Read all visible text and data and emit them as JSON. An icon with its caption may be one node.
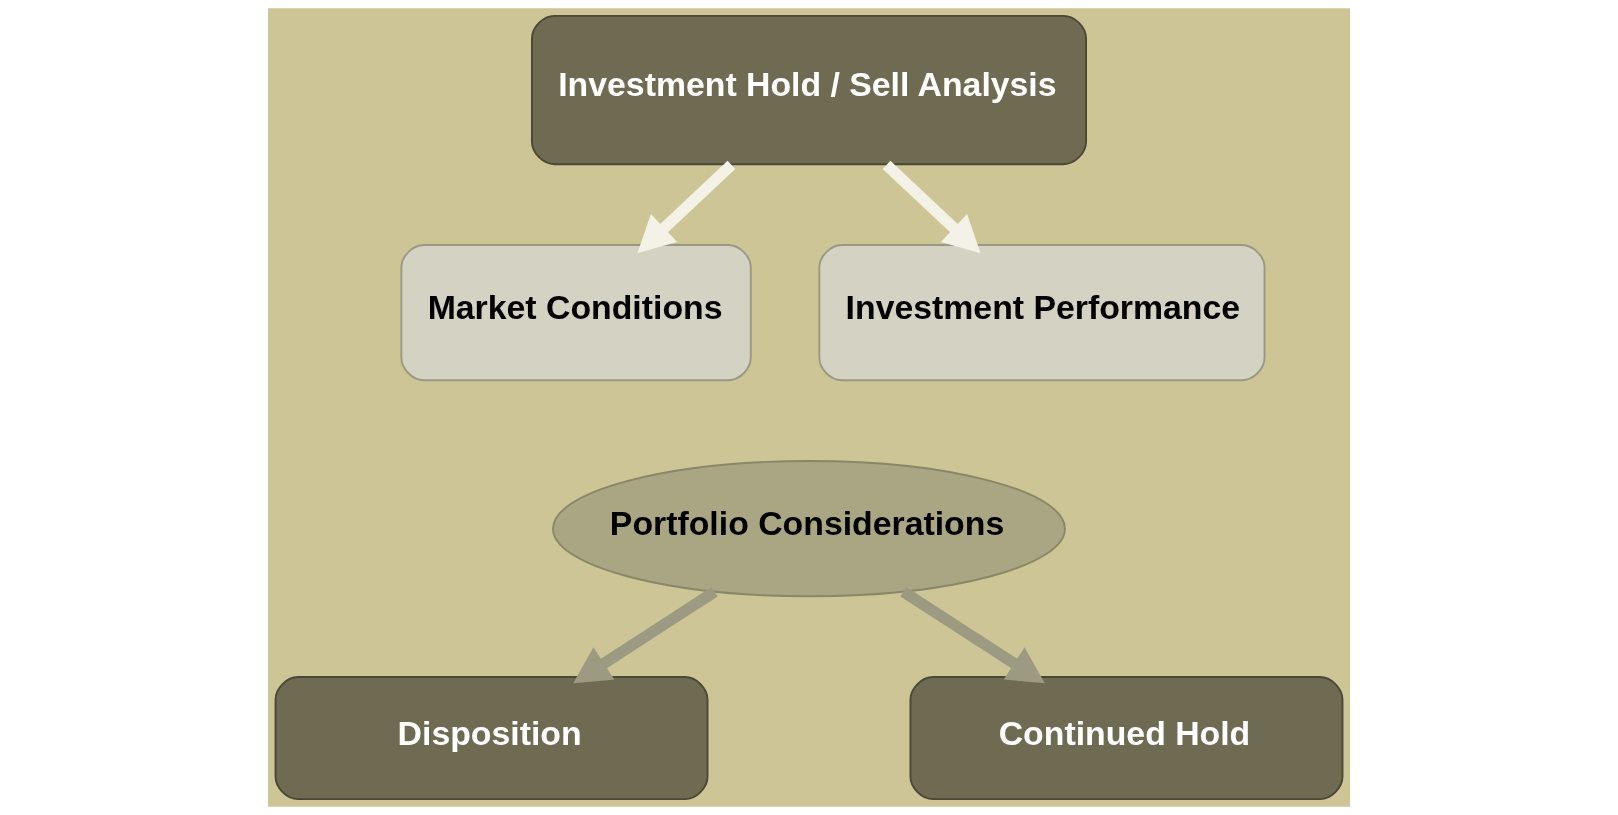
{
  "diagram": {
    "nodes": [
      {
        "text": [
          "Investment Hold / Sell Analysis"
        ]
      },
      {
        "text": [
          "Market Conditions"
        ]
      },
      {
        "text": [
          "Investment Performance"
        ]
      },
      {
        "text": [
          "Portfolio Considerations"
        ]
      },
      {
        "text": [
          "Disposition"
        ]
      },
      {
        "text": [
          "Continued Hold"
        ]
      }
    ],
    "edges": [
      {
        "from": 0,
        "to": 1,
        "arrow": "to",
        "color": "#f4f2e6"
      },
      {
        "from": 0,
        "to": 2,
        "arrow": "to",
        "color": "#f4f2e6"
      },
      {
        "from": 3,
        "to": 4,
        "arrow": "to",
        "color": "#9c9a80"
      },
      {
        "from": 3,
        "to": 5,
        "arrow": "to",
        "color": "#9c9a80"
      }
    ]
  }
}
